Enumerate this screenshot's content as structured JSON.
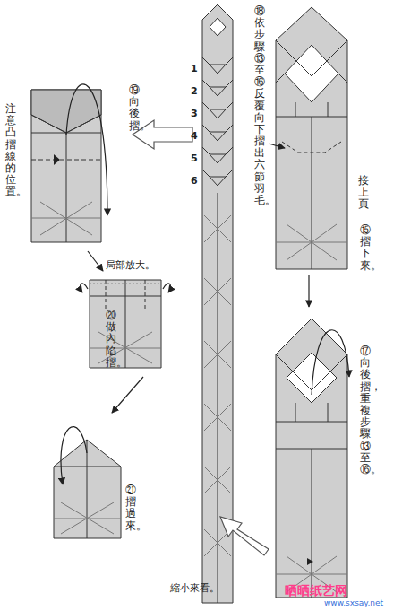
{
  "diagram": {
    "labels": [
      "⑱依步驟⑬至⑯反覆向下摺出六節羽毛。",
      "1",
      "2",
      "3",
      "4",
      "5",
      "6",
      "⑲向後摺。",
      "注意凸摺線的位置。",
      "局部放大。",
      "⑳做內陷摺。",
      "㉑摺過來。",
      "接上頁",
      "⑮摺下來。",
      "⑰向後摺，重複步驟⑬至⑯。",
      "縮小來看。",
      "晒晒纸艺网",
      "www.sxsay.net"
    ]
  }
}
